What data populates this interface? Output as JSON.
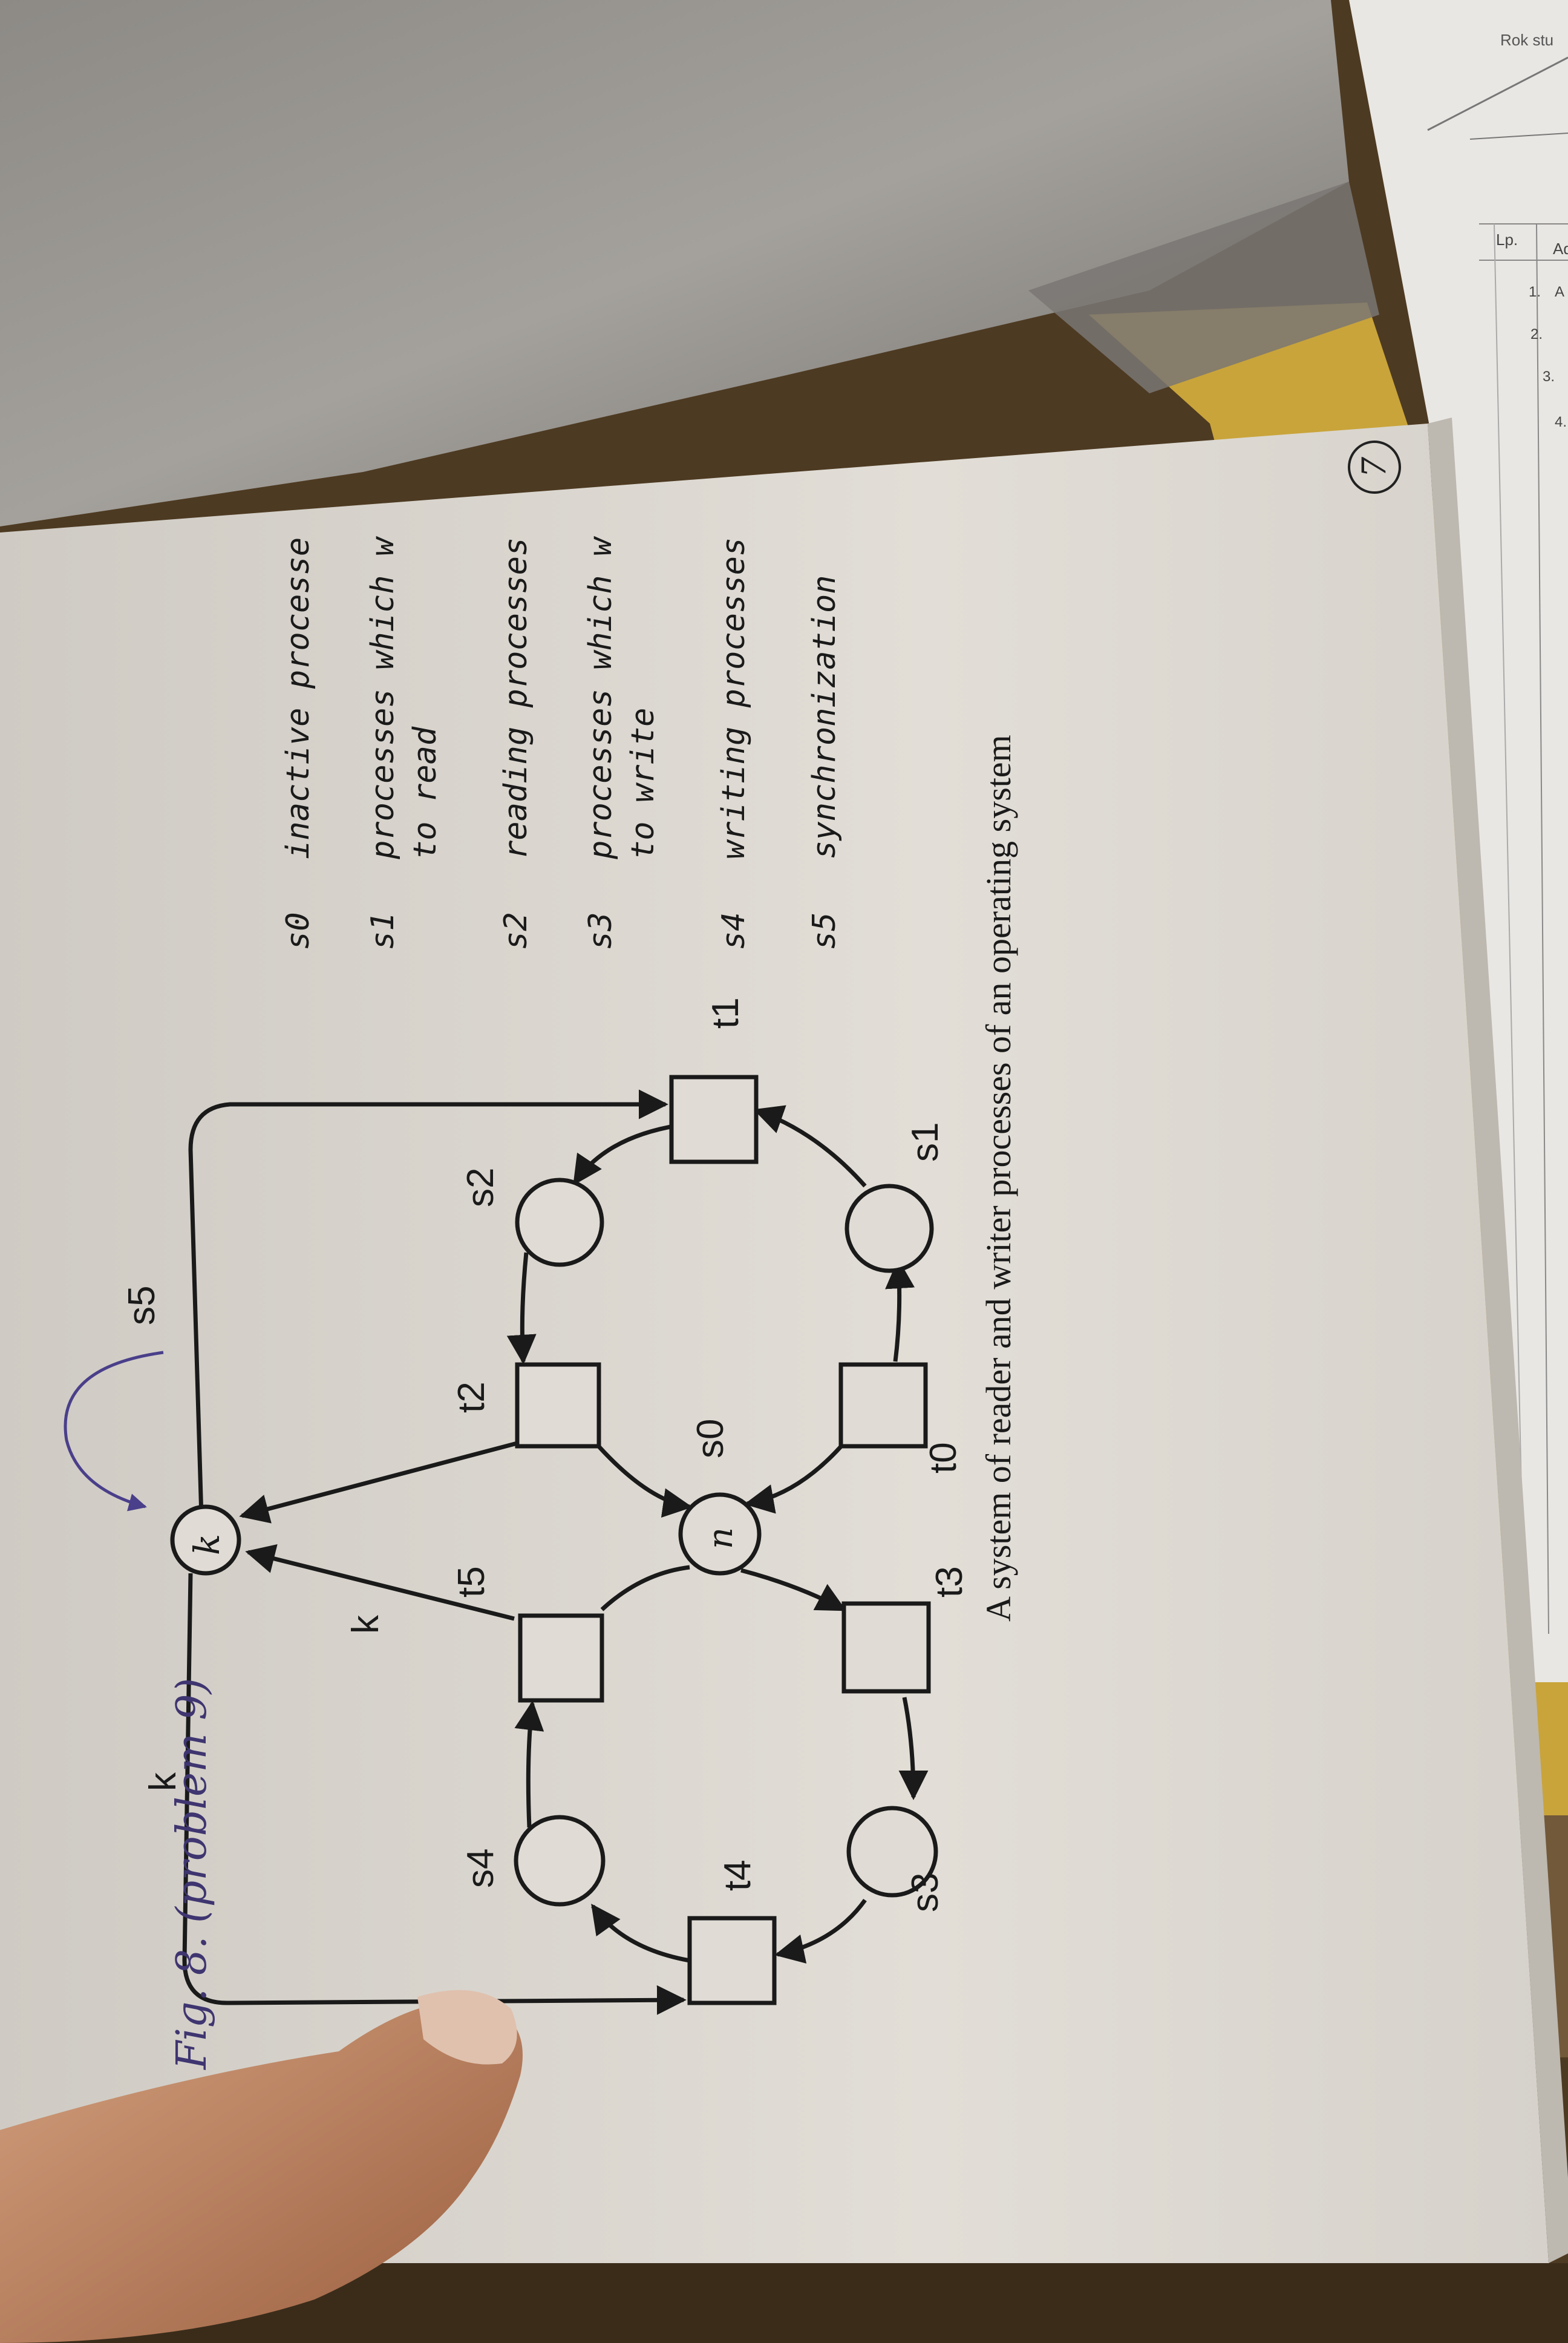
{
  "corner_form": {
    "heading": "Rok stu",
    "column_lp": "Lp.",
    "column_ad": "Ad",
    "row_numbers": [
      "1.",
      "2.",
      "3.",
      "4."
    ],
    "row_first_letter": "A"
  },
  "page_number": "7",
  "diagram": {
    "places": {
      "s0": "s0",
      "s1": "s1",
      "s2": "s2",
      "s3": "s3",
      "s4": "s4",
      "s5": "s5"
    },
    "transitions": {
      "t0": "t0",
      "t1": "t1",
      "t2": "t2",
      "t3": "t3",
      "t4": "t4",
      "t5": "t5"
    },
    "tokens": {
      "s0": "n",
      "s5": "k"
    },
    "arc_weights": {
      "outer": "k",
      "inner": "k"
    }
  },
  "legend": [
    {
      "symbol": "s0",
      "desc": "inactive processe"
    },
    {
      "symbol": "s1",
      "desc": "processes which w",
      "desc2": "to read"
    },
    {
      "symbol": "s2",
      "desc": "reading processes"
    },
    {
      "symbol": "s3",
      "desc": "processes which w",
      "desc2": "to write"
    },
    {
      "symbol": "s4",
      "desc": "writing processes"
    },
    {
      "symbol": "s5",
      "desc": "synchronization"
    }
  ],
  "caption": "A system of reader and writer processes of an operating system",
  "handwritten_label": "Fig. 8. (problem 9)"
}
